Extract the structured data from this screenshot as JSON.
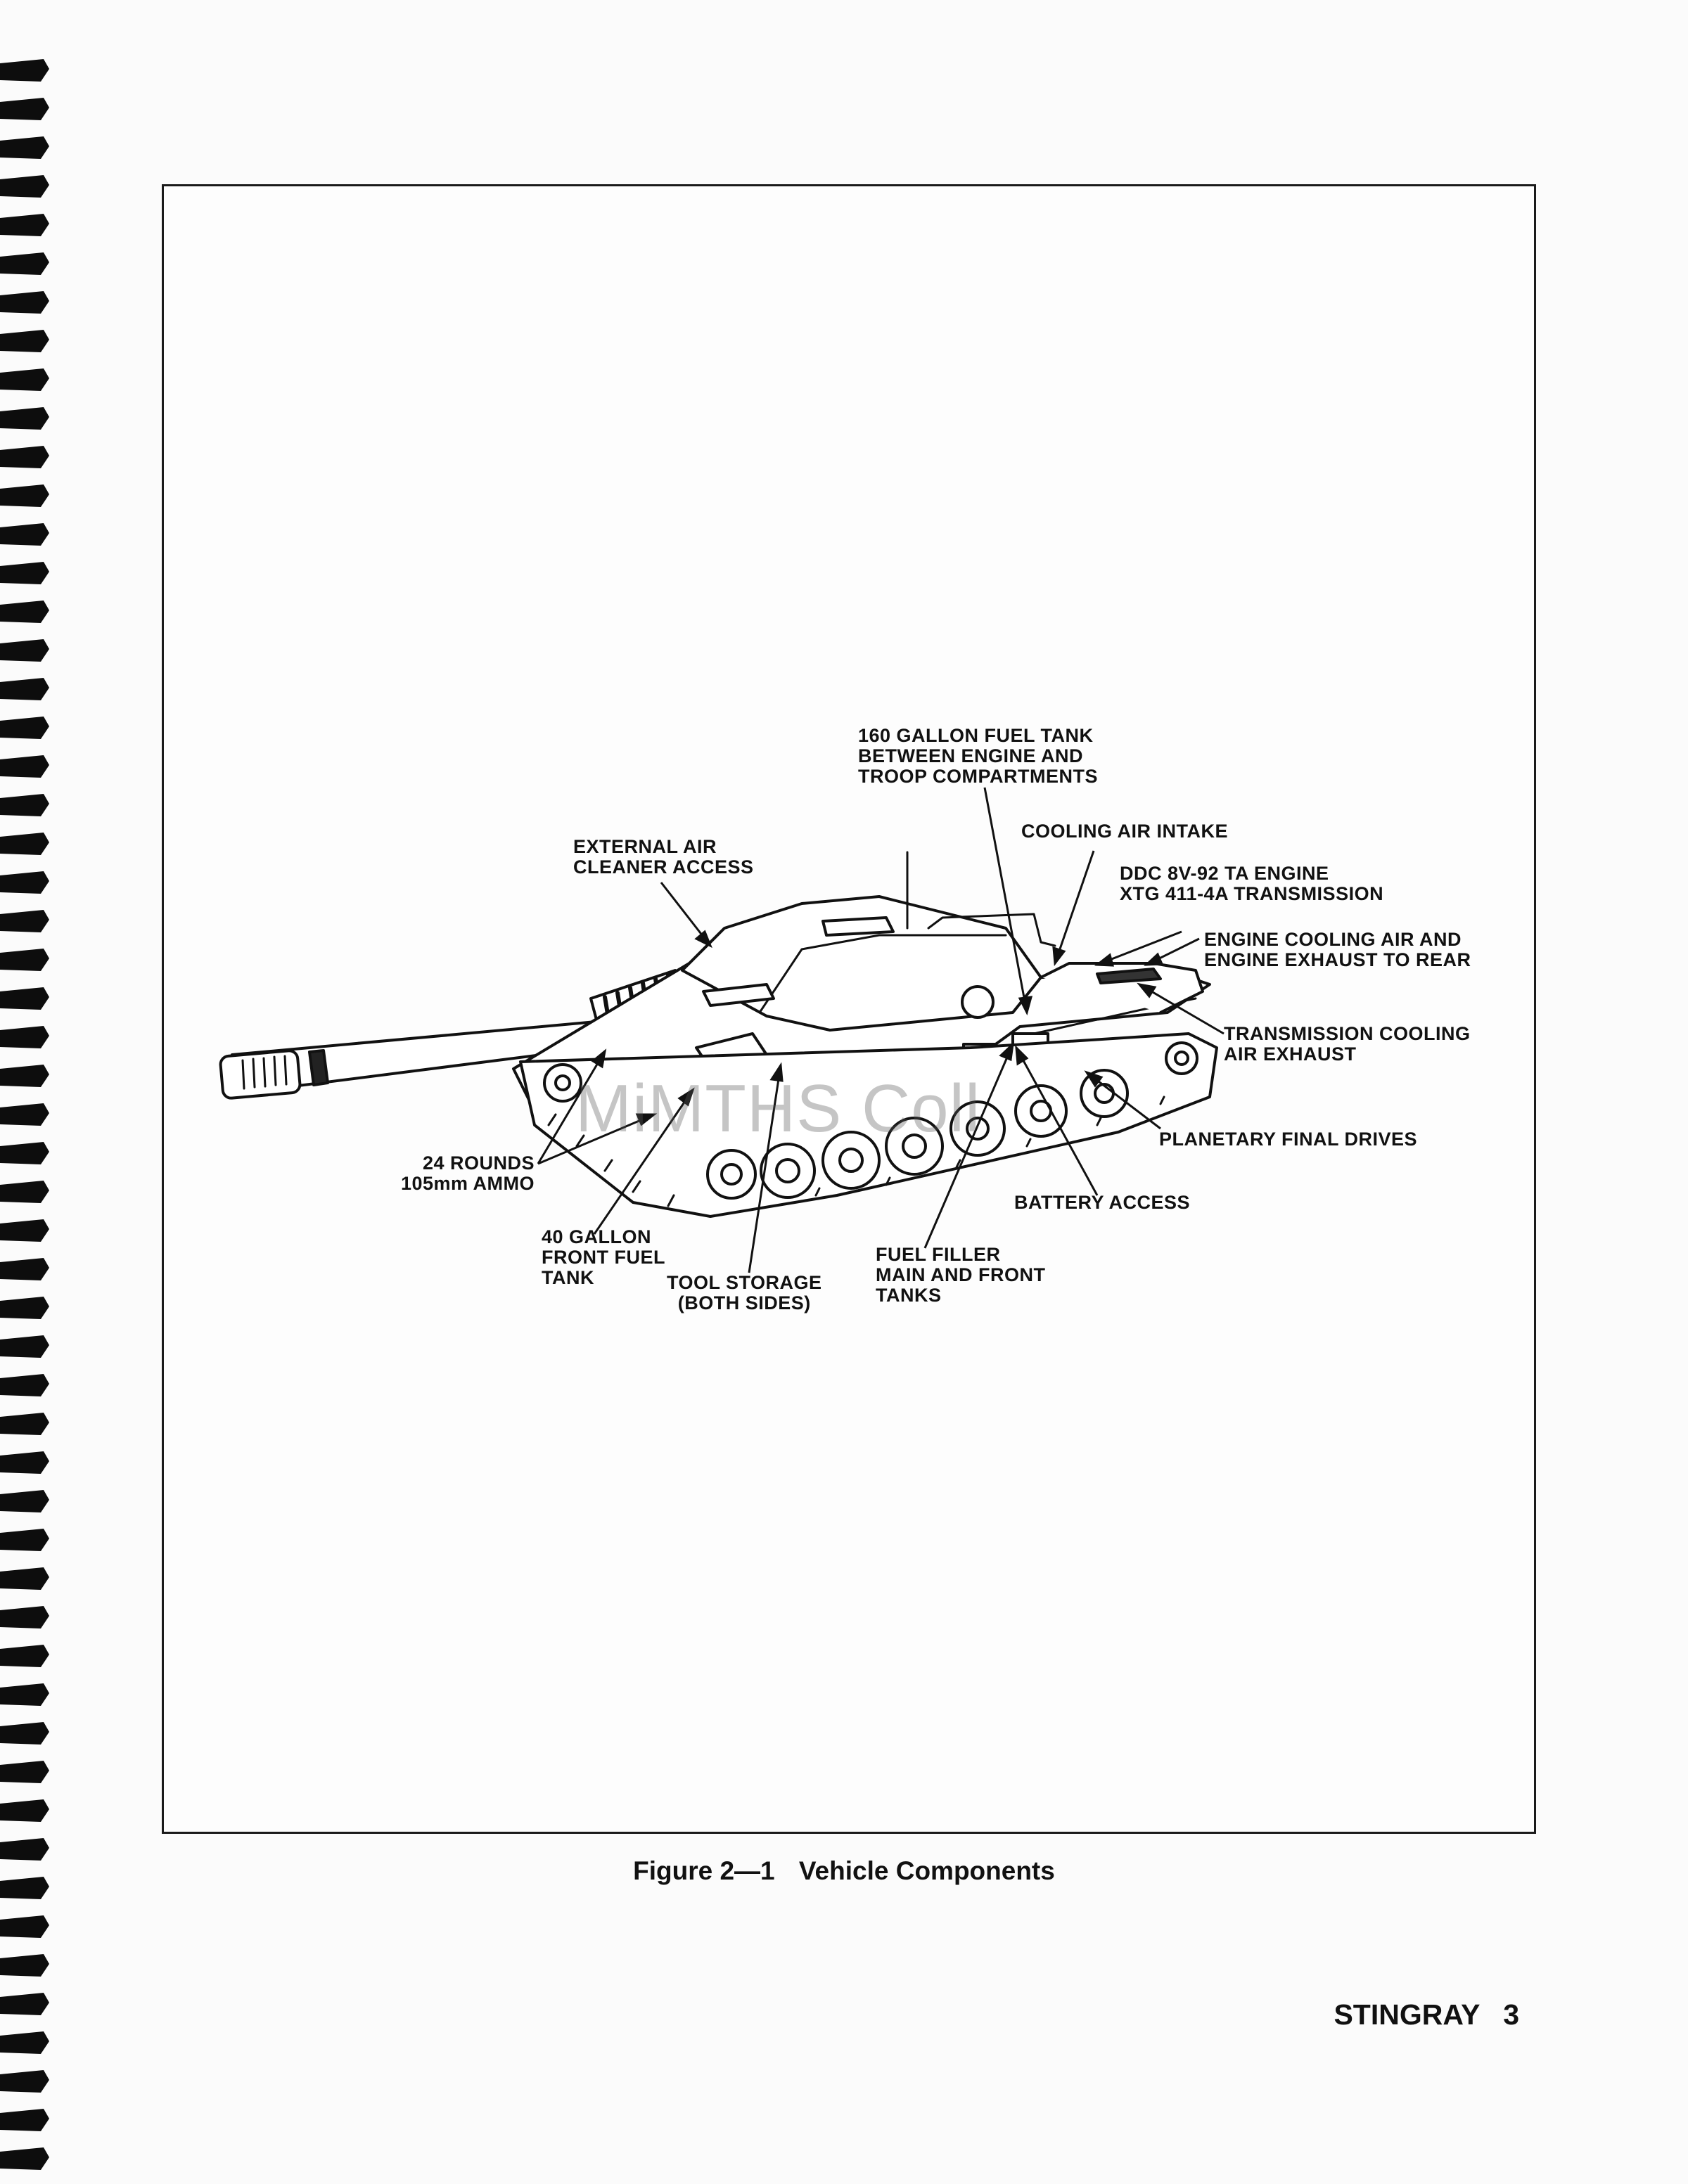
{
  "figure": {
    "labels": {
      "fuel_tank_160": "160 GALLON FUEL TANK\nBETWEEN ENGINE AND\nTROOP COMPARTMENTS",
      "cooling_air_intake": "COOLING AIR INTAKE",
      "external_air_cleaner": "EXTERNAL AIR\nCLEANER ACCESS",
      "engine_transmission": "DDC 8V-92 TA ENGINE\nXTG 411-4A TRANSMISSION",
      "engine_cooling_exhaust": "ENGINE COOLING AIR AND\nENGINE EXHAUST TO REAR",
      "transmission_cooling": "TRANSMISSION COOLING\nAIR EXHAUST",
      "planetary_final_drives": "PLANETARY FINAL DRIVES",
      "battery_access": "BATTERY ACCESS",
      "ammo": "24 ROUNDS\n105mm AMMO",
      "front_fuel_tank": "40 GALLON\nFRONT FUEL\nTANK",
      "tool_storage": "TOOL STORAGE\n(BOTH SIDES)",
      "fuel_filler": "FUEL FILLER\nMAIN AND FRONT\nTANKS"
    },
    "watermark": "MiMTHS Coll"
  },
  "caption": {
    "number": "Figure 2—1",
    "title": "Vehicle Components"
  },
  "footer": {
    "title": "STINGRAY",
    "page": "3"
  },
  "colors": {
    "ink": "#111111",
    "paper": "#fbfbfb",
    "binding": "#0d0d0d"
  }
}
